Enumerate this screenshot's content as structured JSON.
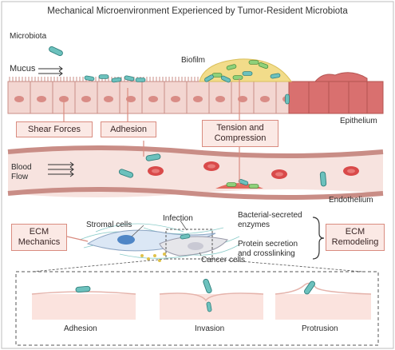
{
  "title": "Mechanical Microenvironment Experienced by Tumor-Resident Microbiota",
  "labels": {
    "microbiota": "Microbiota",
    "mucus": "Mucus",
    "biofilm": "Biofilm",
    "shear_forces": "Shear Forces",
    "adhesion_top": "Adhesion",
    "tension_line1": "Tension and",
    "tension_line2": "Compression",
    "epithelium": "Epithelium",
    "blood_line1": "Blood",
    "blood_line2": "Flow",
    "endothelium": "Endothelium",
    "ecm_mech_line1": "ECM",
    "ecm_mech_line2": "Mechanics",
    "stromal_cells": "Stromal cells",
    "infection": "Infection",
    "cancer_cells": "Cancer cells",
    "secreted_line1": "Bacterial-secreted",
    "secreted_line2": "enzymes",
    "protein_line1": "Protein secretion",
    "protein_line2": "and crosslinking",
    "ecm_remod_line1": "ECM",
    "ecm_remod_line2": "Remodeling",
    "panel_adhesion": "Adhesion",
    "panel_invasion": "Invasion",
    "panel_protrusion": "Protrusion"
  },
  "colors": {
    "bacteria": "#6cc1bd",
    "bacteria_outline": "#2f7f7c",
    "epithelium": "#f3d6d1",
    "epithelium_dark": "#d9706f",
    "nucleus": "#d98c86",
    "callout_fill": "#fbe9e5",
    "callout_border": "#d98c80",
    "vessel": "#f7e3df",
    "rbc": "#d94a4a",
    "biofilm": "#f2dc8a",
    "stromal_nucleus": "#4f86c6"
  }
}
